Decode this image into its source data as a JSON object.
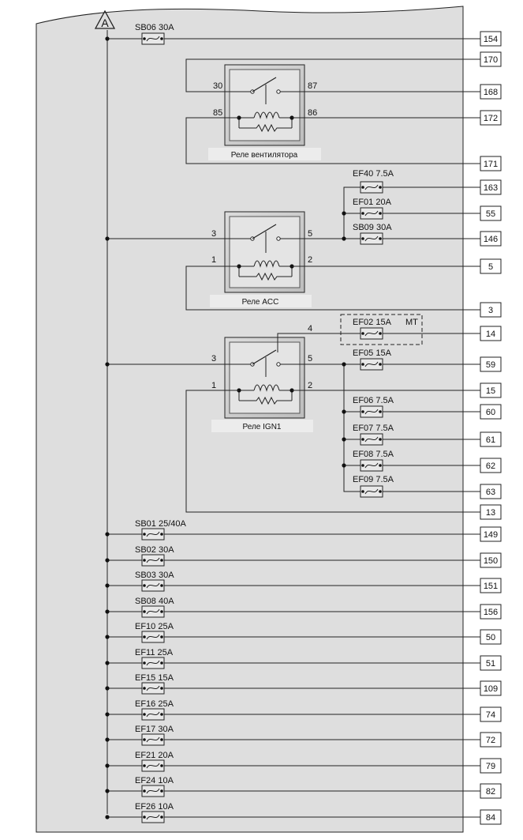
{
  "block": {
    "label": "A"
  },
  "top_fuse": {
    "label": "SB06 30A",
    "terminal": "154"
  },
  "fan_relay": {
    "caption": "Реле вентилятора",
    "pins": {
      "p30": "30",
      "p87": "87",
      "p85": "85",
      "p86": "86"
    },
    "terminals": {
      "top": "170",
      "pin87": "168",
      "pin86": "172",
      "bottom": "171"
    }
  },
  "acc_relay": {
    "caption": "Реле ACC",
    "pins": {
      "p3": "3",
      "p5": "5",
      "p1": "1",
      "p2": "2"
    },
    "fuses": [
      {
        "label": "EF40 7.5A",
        "terminal": "163"
      },
      {
        "label": "EF01 20A",
        "terminal": "55"
      },
      {
        "label": "SB09 30A",
        "terminal": "146"
      }
    ],
    "terminals": {
      "pin2": "5",
      "bottom": "3"
    }
  },
  "ign_relay": {
    "caption": "Реле IGN1",
    "pins": {
      "p4": "4",
      "p3": "3",
      "p5": "5",
      "p1": "1",
      "p2": "2"
    },
    "mt_fuse": {
      "label": "EF02 15A",
      "note": "MT",
      "terminal": "14"
    },
    "fuses": [
      {
        "label": "EF05 15A",
        "terminal": "59"
      },
      {
        "label": "EF06 7.5A",
        "terminal": "60"
      },
      {
        "label": "EF07 7.5A",
        "terminal": "61"
      },
      {
        "label": "EF08 7.5A",
        "terminal": "62"
      },
      {
        "label": "EF09 7.5A",
        "terminal": "63"
      }
    ],
    "terminals": {
      "pin2": "15",
      "bottom": "13"
    }
  },
  "bottom_fuses": [
    {
      "label": "SB01 25/40A",
      "terminal": "149"
    },
    {
      "label": "SB02 30A",
      "terminal": "150"
    },
    {
      "label": "SB03 30A",
      "terminal": "151"
    },
    {
      "label": "SB08 40A",
      "terminal": "156"
    },
    {
      "label": "EF10 25A",
      "terminal": "50"
    },
    {
      "label": "EF11 25A",
      "terminal": "51"
    },
    {
      "label": "EF15 15A",
      "terminal": "109"
    },
    {
      "label": "EF16 25A",
      "terminal": "74"
    },
    {
      "label": "EF17 30A",
      "terminal": "72"
    },
    {
      "label": "EF21 20A",
      "terminal": "79"
    },
    {
      "label": "EF24 10A",
      "terminal": "82"
    },
    {
      "label": "EF26 10A",
      "terminal": "84"
    }
  ]
}
